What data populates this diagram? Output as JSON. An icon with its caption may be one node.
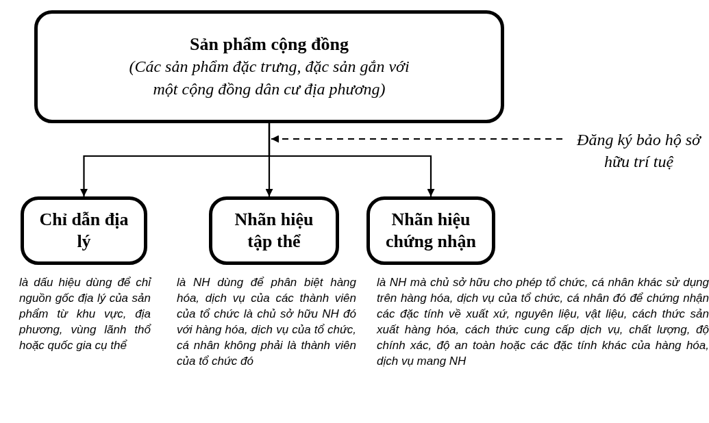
{
  "diagram": {
    "nodes": [
      {
        "text": [
          "Sản phẩm cộng đồng",
          "(Các sản phẩm đặc trưng, đặc sản gắn với một cộng đồng dân cư địa phương)"
        ]
      },
      {
        "text": [
          "Chỉ dẫn địa lý"
        ],
        "beside": [
          "là dấu hiệu dùng để chỉ nguồn gốc địa lý của sản phẩm từ khu vực, địa phương, vùng lãnh thổ hoặc quốc gia cụ thể"
        ]
      },
      {
        "text": [
          "Nhãn hiệu tập thể"
        ],
        "beside": [
          "là NH dùng để phân biệt hàng hóa, dịch vụ của các thành viên của tổ chức là chủ sở hữu NH đó với hàng hóa, dịch vụ của tổ chức, cá nhân không phải là thành viên của tổ chức đó"
        ]
      },
      {
        "text": [
          "Nhãn hiệu chứng nhận"
        ],
        "beside": [
          "là NH mà chủ sở hữu cho phép tổ chức, cá nhân khác sử dụng trên hàng hóa, dịch vụ của tổ chức, cá nhân đó để chứng nhận các đặc tính về xuất xứ, nguyên liệu, vật liệu, cách thức sản xuất hàng hóa, cách thức cung cấp dịch vụ, chất lượng, độ chính xác, độ an toàn hoặc các đặc tính khác của hàng hóa, dịch vụ mang NH"
        ]
      },
      {
        "text": [
          "Đăng ký bảo hộ sở hữu trí tuệ"
        ]
      }
    ],
    "edges": [
      {
        "from": 0,
        "to": 1,
        "arrow": "to"
      },
      {
        "from": 0,
        "to": 2,
        "arrow": "to"
      },
      {
        "from": 0,
        "to": 3,
        "arrow": "to"
      },
      {
        "from": 4,
        "to": 0,
        "arrow": "to",
        "style": "dashed"
      }
    ]
  }
}
